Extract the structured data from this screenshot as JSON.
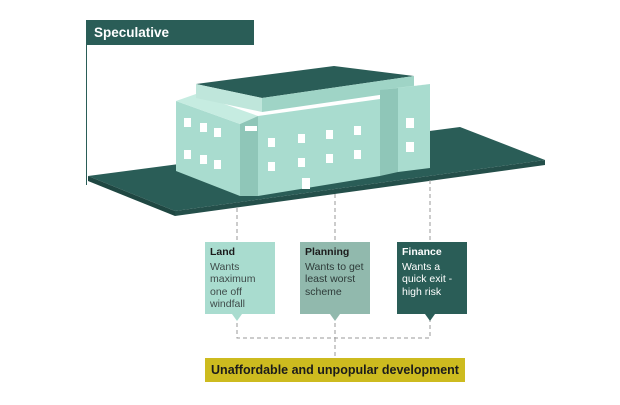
{
  "title": "Speculative housebuilding",
  "cards": [
    {
      "heading": "Land",
      "text": "Wants maximum one off windfall"
    },
    {
      "heading": "Planning",
      "text": "Wants to get least worst scheme"
    },
    {
      "heading": "Finance",
      "text": "Wants a quick exit - high risk"
    }
  ],
  "result": "Unaffordable and unpopular development",
  "colors": {
    "dark_teal": "#2a5d57",
    "building_light": "#a9dccf",
    "card_mid": "#91b9ad",
    "result_yellow": "#cdbb1f"
  }
}
